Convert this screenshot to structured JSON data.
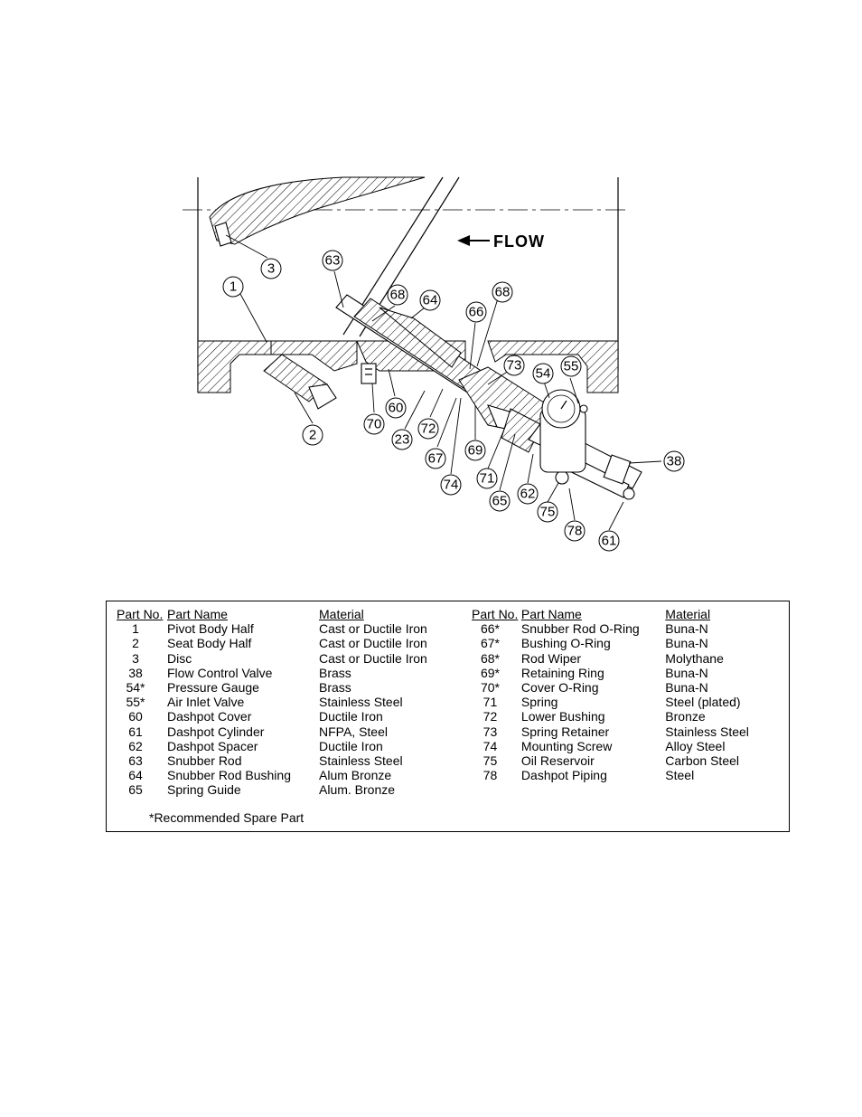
{
  "diagram": {
    "flow_label": "FLOW",
    "callouts": [
      "1",
      "2",
      "3",
      "23",
      "38",
      "54",
      "55",
      "60",
      "61",
      "62",
      "63",
      "64",
      "65",
      "66",
      "67",
      "68",
      "68",
      "69",
      "70",
      "71",
      "72",
      "73",
      "74",
      "75",
      "78"
    ]
  },
  "parts_table": {
    "headers": {
      "part_no": "Part No.",
      "part_name": "Part Name",
      "material": "Material"
    },
    "left": [
      {
        "no": "1",
        "name": "Pivot Body Half",
        "material": "Cast or Ductile Iron"
      },
      {
        "no": "2",
        "name": "Seat Body Half",
        "material": "Cast or Ductile Iron"
      },
      {
        "no": "3",
        "name": "Disc",
        "material": "Cast or Ductile Iron"
      },
      {
        "no": "38",
        "name": "Flow Control Valve",
        "material": "Brass"
      },
      {
        "no": "54*",
        "name": "Pressure Gauge",
        "material": "Brass"
      },
      {
        "no": "55*",
        "name": "Air Inlet Valve",
        "material": "Stainless Steel"
      },
      {
        "no": "60",
        "name": "Dashpot Cover",
        "material": "Ductile Iron"
      },
      {
        "no": "61",
        "name": "Dashpot Cylinder",
        "material": "NFPA, Steel"
      },
      {
        "no": "62",
        "name": "Dashpot Spacer",
        "material": "Ductile Iron"
      },
      {
        "no": "63",
        "name": "Snubber Rod",
        "material": "Stainless Steel"
      },
      {
        "no": "64",
        "name": "Snubber Rod Bushing",
        "material": "Alum Bronze"
      },
      {
        "no": "65",
        "name": "Spring Guide",
        "material": "Alum. Bronze"
      }
    ],
    "right": [
      {
        "no": "66*",
        "name": "Snubber Rod O-Ring",
        "material": "Buna-N"
      },
      {
        "no": "67*",
        "name": "Bushing O-Ring",
        "material": "Buna-N"
      },
      {
        "no": "68*",
        "name": "Rod Wiper",
        "material": "Molythane"
      },
      {
        "no": "69*",
        "name": "Retaining Ring",
        "material": "Buna-N"
      },
      {
        "no": "70*",
        "name": "Cover O-Ring",
        "material": "Buna-N"
      },
      {
        "no": "71",
        "name": "Spring",
        "material": "Steel (plated)"
      },
      {
        "no": "72",
        "name": "Lower Bushing",
        "material": "Bronze"
      },
      {
        "no": "73",
        "name": "Spring Retainer",
        "material": "Stainless Steel"
      },
      {
        "no": "74",
        "name": "Mounting Screw",
        "material": "Alloy Steel"
      },
      {
        "no": "75",
        "name": "Oil Reservoir",
        "material": "Carbon Steel"
      },
      {
        "no": "78",
        "name": "Dashpot Piping",
        "material": "Steel"
      }
    ],
    "footnote": "*Recommended Spare Part"
  }
}
